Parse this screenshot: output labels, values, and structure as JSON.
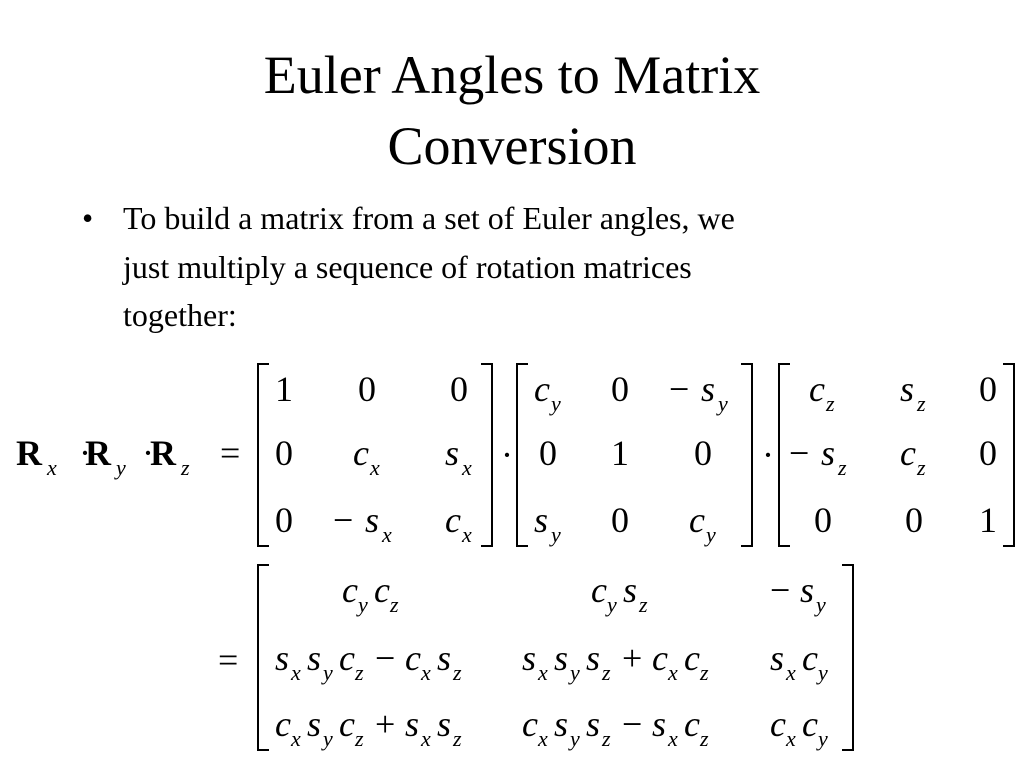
{
  "slide": {
    "title_lines": [
      "Euler Angles to Matrix",
      "Conversion"
    ],
    "bullet_symbol": "•",
    "bullet_lines": [
      "To build a matrix from a set of Euler angles, we",
      "just multiply a sequence of rotation matrices",
      "together:"
    ]
  },
  "equation": {
    "lhs": [
      {
        "t": "R",
        "s": "x"
      },
      {
        "t": "·"
      },
      {
        "t": "R",
        "s": "y"
      },
      {
        "t": "·"
      },
      {
        "t": "R",
        "s": "z"
      },
      {
        "t": "="
      }
    ],
    "dot": "·",
    "equals": "=",
    "minus": "−",
    "plus": "+",
    "matrices": [
      [
        [
          "1",
          "0",
          "0"
        ],
        [
          "0",
          {
            "v": "c",
            "s": "x"
          },
          {
            "v": "s",
            "s": "x"
          }
        ],
        [
          "0",
          {
            "neg": true,
            "v": "s",
            "s": "x"
          },
          {
            "v": "c",
            "s": "x"
          }
        ]
      ],
      [
        [
          {
            "v": "c",
            "s": "y"
          },
          "0",
          {
            "neg": true,
            "v": "s",
            "s": "y"
          }
        ],
        [
          "0",
          "1",
          "0"
        ],
        [
          {
            "v": "s",
            "s": "y"
          },
          "0",
          {
            "v": "c",
            "s": "y"
          }
        ]
      ],
      [
        [
          {
            "v": "c",
            "s": "z"
          },
          {
            "v": "s",
            "s": "z"
          },
          "0"
        ],
        [
          {
            "neg": true,
            "v": "s",
            "s": "z"
          },
          {
            "v": "c",
            "s": "z"
          },
          "0"
        ],
        [
          "0",
          "0",
          "1"
        ]
      ]
    ],
    "result": [
      [
        [
          [
            "c",
            "y"
          ],
          [
            "c",
            "z"
          ]
        ],
        [
          [
            "c",
            "y"
          ],
          [
            "s",
            "z"
          ]
        ],
        [
          "−",
          [
            "s",
            "y"
          ]
        ]
      ],
      [
        [
          [
            "s",
            "x"
          ],
          [
            "s",
            "y"
          ],
          [
            "c",
            "z"
          ],
          "−",
          [
            "c",
            "x"
          ],
          [
            "s",
            "z"
          ]
        ],
        [
          [
            "s",
            "x"
          ],
          [
            "s",
            "y"
          ],
          [
            "s",
            "z"
          ],
          "+",
          [
            "c",
            "x"
          ],
          [
            "c",
            "z"
          ]
        ],
        [
          [
            "s",
            "x"
          ],
          [
            "c",
            "y"
          ]
        ]
      ],
      [
        [
          [
            "c",
            "x"
          ],
          [
            "s",
            "y"
          ],
          [
            "c",
            "z"
          ],
          "+",
          [
            "s",
            "x"
          ],
          [
            "s",
            "z"
          ]
        ],
        [
          [
            "c",
            "x"
          ],
          [
            "s",
            "y"
          ],
          [
            "s",
            "z"
          ],
          "−",
          [
            "s",
            "x"
          ],
          [
            "c",
            "z"
          ]
        ],
        [
          [
            "c",
            "x"
          ],
          [
            "c",
            "y"
          ]
        ]
      ]
    ]
  }
}
